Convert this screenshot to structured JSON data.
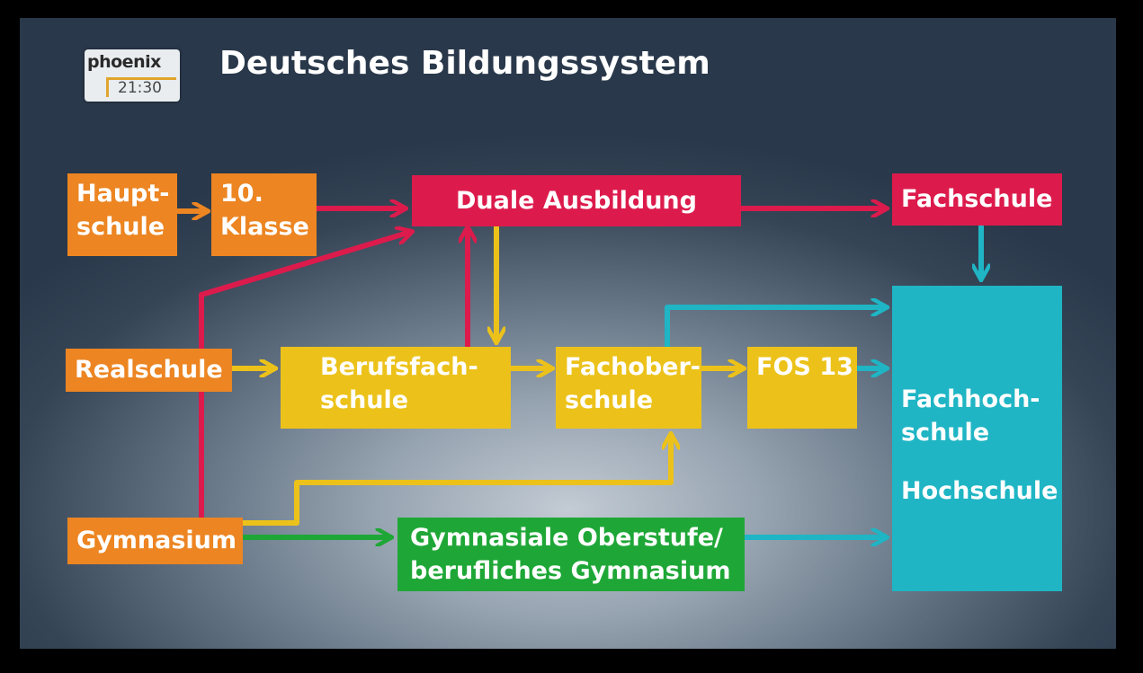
{
  "broadcast": {
    "channel": "phoenix",
    "time": "21:30"
  },
  "diagram": {
    "title": "Deutsches Bildungssystem",
    "nodes": {
      "hauptschule": [
        "Haupt-",
        "schule"
      ],
      "klasse10": [
        "10.",
        "Klasse"
      ],
      "duale_ausbildung": "Duale Ausbildung",
      "fachschule": "Fachschule",
      "realschule": "Realschule",
      "berufsfachschule": [
        "Berufsfach-",
        "schule"
      ],
      "fachoberschule": [
        "Fachober-",
        "schule"
      ],
      "fos13": "FOS 13",
      "hochschulen": [
        "Fachhoch-",
        "schule",
        "Hochschule"
      ],
      "gymnasium": "Gymnasium",
      "oberstufe": [
        "Gymnasiale Oberstufe/",
        "berufliches Gymnasium"
      ]
    },
    "edges": [
      {
        "from": "hauptschule",
        "to": "klasse10",
        "color": "orange"
      },
      {
        "from": "klasse10",
        "to": "duale_ausbildung",
        "color": "red"
      },
      {
        "from": "duale_ausbildung",
        "to": "fachschule",
        "color": "red"
      },
      {
        "from": "fachschule",
        "to": "hochschulen",
        "color": "cyan"
      },
      {
        "from": "realschule",
        "to": "duale_ausbildung",
        "color": "red"
      },
      {
        "from": "realschule",
        "to": "berufsfachschule",
        "color": "yellow"
      },
      {
        "from": "berufsfachschule",
        "to": "duale_ausbildung",
        "color": "red"
      },
      {
        "from": "duale_ausbildung",
        "to": "berufsfachschule",
        "color": "yellow"
      },
      {
        "from": "berufsfachschule",
        "to": "fachoberschule",
        "color": "yellow"
      },
      {
        "from": "fachoberschule",
        "to": "fos13",
        "color": "yellow"
      },
      {
        "from": "fachoberschule",
        "to": "hochschulen",
        "color": "cyan"
      },
      {
        "from": "fos13",
        "to": "hochschulen",
        "color": "cyan"
      },
      {
        "from": "gymnasium",
        "to": "fachoberschule",
        "color": "yellow"
      },
      {
        "from": "gymnasium",
        "to": "oberstufe",
        "color": "green"
      },
      {
        "from": "oberstufe",
        "to": "hochschulen",
        "color": "cyan"
      }
    ],
    "colors": {
      "orange": "#ec8522",
      "red": "#dc1b4c",
      "yellow": "#ecc21a",
      "green": "#1ea736",
      "cyan": "#1fb5c4"
    }
  }
}
